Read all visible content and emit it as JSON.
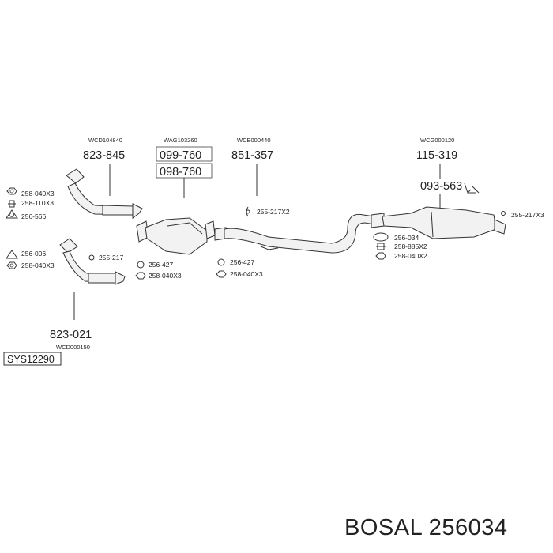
{
  "diagram": {
    "top_groups": [
      {
        "code": "WCD104840",
        "part": "823-845"
      },
      {
        "code": "WAG103260",
        "parts": [
          "099-760",
          "098-760"
        ]
      },
      {
        "code": "WCE000440",
        "part": "851-357"
      },
      {
        "code": "WCG000120",
        "part": "115-319",
        "sub_part": "093-563"
      }
    ],
    "bottom_group": {
      "code": "WCD000150",
      "part": "823-021"
    },
    "system_id": "SYS12290",
    "parts": {
      "left_top": [
        "258-040X3",
        "258-110X3",
        "256-566"
      ],
      "left_bottom": [
        "256-006",
        "258-040X3"
      ],
      "gasket_flex": "255-217",
      "cat_left": [
        "256-427",
        "258-040X3"
      ],
      "cat_right": [
        "256-427",
        "258-040X3"
      ],
      "clamp_mid": "255-217X2",
      "rear_joint": [
        "256-034",
        "258-885X2",
        "258-040X2"
      ],
      "rear_hanger": "255-217X3"
    },
    "brand": "BOSAL 256034",
    "colors": {
      "ink": "#222222",
      "fill": "#f2f2f2"
    }
  }
}
